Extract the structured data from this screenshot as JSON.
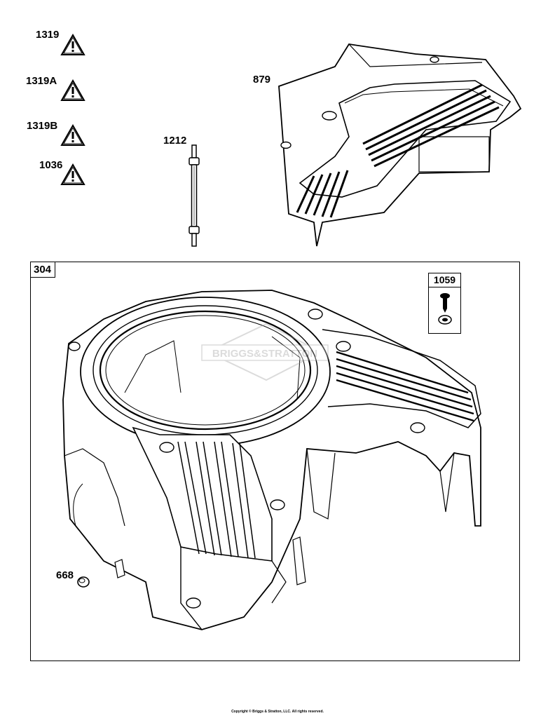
{
  "labels": {
    "l1319": "1319",
    "l1319a": "1319A",
    "l1319b": "1319B",
    "l1036": "1036",
    "l1212": "1212",
    "l879": "879",
    "l304": "304",
    "l1059": "1059",
    "l668": "668"
  },
  "footer": {
    "copyright": "Copyright © Briggs & Stratton, LLC. All rights reserved."
  },
  "watermark": "BRIGGS&STRATTON",
  "icons": {
    "warning": "warning-triangle-icon"
  },
  "colors": {
    "line": "#000000",
    "background": "#ffffff"
  }
}
